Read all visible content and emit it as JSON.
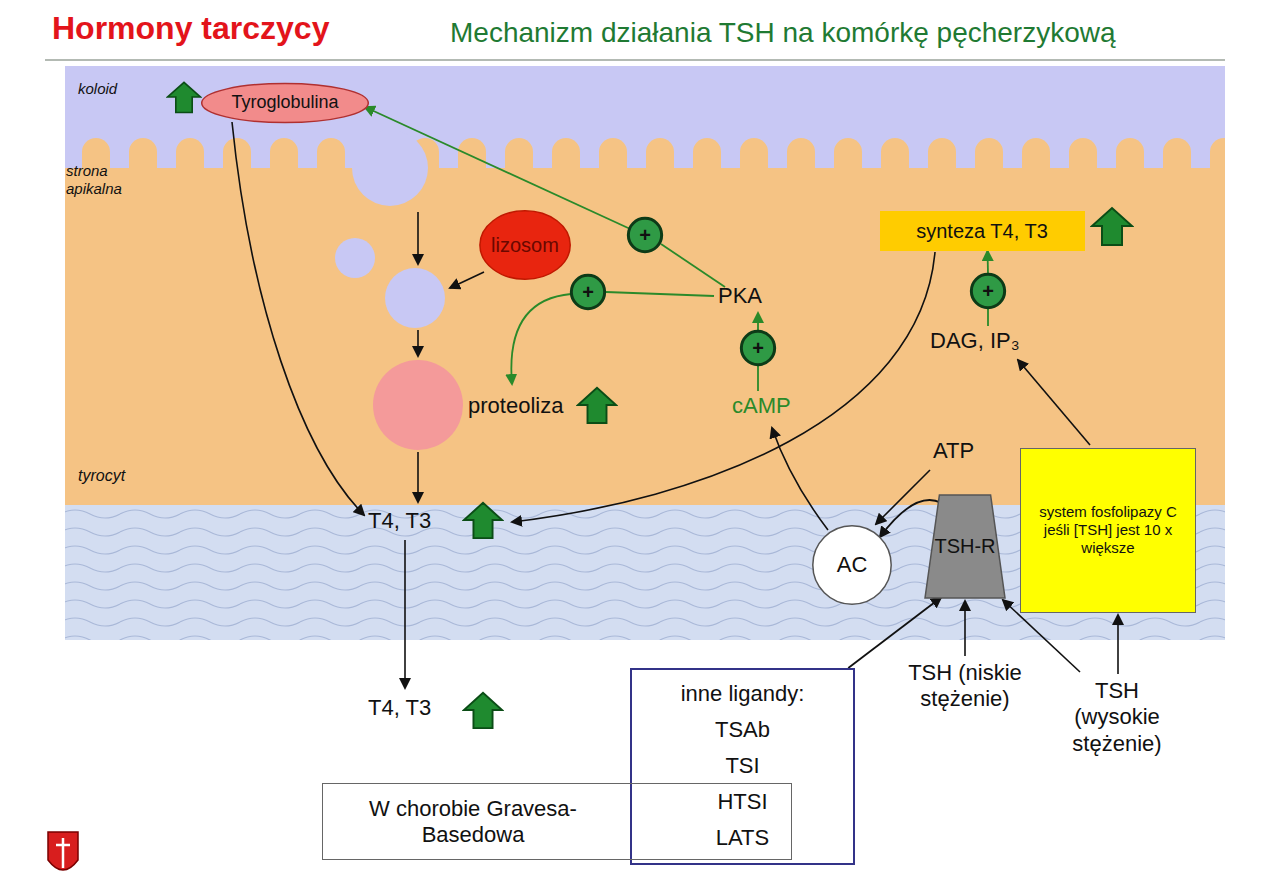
{
  "diagram": {
    "title": "Hormony tarczycy",
    "nodes": [
      {
        "text": [
          "Tyroglobulina"
        ]
      },
      {
        "text": [
          "lizosom"
        ]
      },
      {
        "text": [
          "+"
        ]
      },
      {
        "text": [
          "+"
        ]
      },
      {
        "text": [
          "+"
        ]
      },
      {
        "text": [
          "+"
        ]
      },
      {
        "text": [
          "synteza T4, T3"
        ]
      },
      {
        "text": [
          "AC"
        ]
      },
      {
        "text": [
          "TSH-R"
        ]
      },
      {
        "text": [
          "system fosfolipazy C jeśli [TSH] jest 10 x większe"
        ]
      },
      {
        "text": [
          "inne ligandy:",
          "TSAb",
          "TSI",
          "HTSI",
          "LATS"
        ]
      },
      {
        "text": [
          "W chorobie Gravesa-Basedowa"
        ]
      }
    ],
    "edges": [
      {
        "from": 2,
        "to": 0,
        "arrow": "to"
      },
      {
        "from": 10,
        "to": 8,
        "arrow": "to"
      },
      {
        "from": 8,
        "to": 7,
        "arrow": "to"
      },
      {
        "from": 5,
        "to": 6,
        "arrow": "to"
      }
    ],
    "labels": [
      "Mechanizm działania TSH na komórkę pęcherzykową",
      "koloid",
      "strona apikalna",
      "PKA",
      "proteoliza",
      "cAMP",
      "DAG, IP₃",
      "ATP",
      "tyrocyt",
      "T4, T3",
      "T4, T3",
      "TSH (niskie stężenie)",
      "TSH (wysokie stężenie)"
    ]
  }
}
